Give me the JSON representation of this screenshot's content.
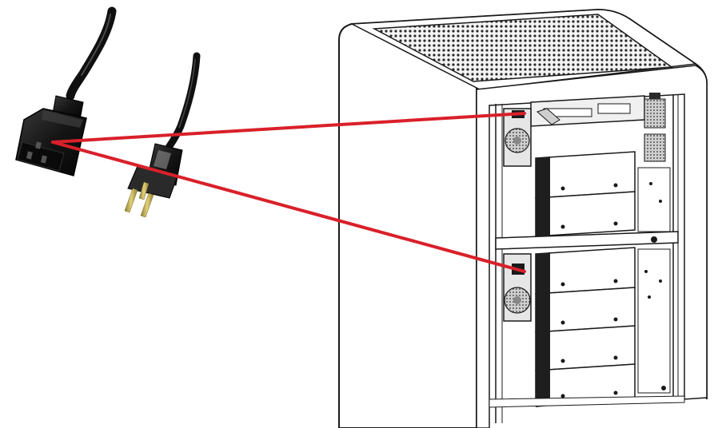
{
  "figure": {
    "components": [
      {
        "name": "iec-c13-power-cord",
        "icon": "c13-connector-icon"
      },
      {
        "name": "nema-5-15p-power-cord",
        "icon": "us-plug-icon"
      },
      {
        "name": "library-rack-cabinet",
        "icon": "rack-cabinet-icon"
      }
    ],
    "connection_lines": 2,
    "colors": {
      "connection_line": "#d9202a",
      "cord": "#111111",
      "plug_prong": "#b8a64a",
      "line_art": "#1a1a1a",
      "cabinet_fill": "#ffffff"
    }
  }
}
